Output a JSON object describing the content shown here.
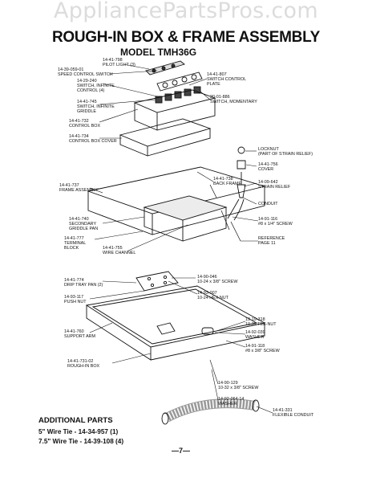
{
  "watermark": "AppliancePartsPros.com",
  "title": "ROUGH-IN BOX & FRAME ASSEMBLY",
  "model": "MODEL TMH36G",
  "labels": [
    {
      "part": "14-41-798",
      "desc": "PILOT LIGHT (3)"
    },
    {
      "part": "14-39-059-01",
      "desc": "SPEED CONTROL SWITCH"
    },
    {
      "part": "14-29-240",
      "desc": "SWITCH, INFINITE",
      "desc2": "CONTROL (4)"
    },
    {
      "part": "14-41-745",
      "desc": "SWITCH, INFINITE",
      "desc2": "GRIDDLE"
    },
    {
      "part": "14-41-732",
      "desc": "CONTROL BOX"
    },
    {
      "part": "14-41-734",
      "desc": "CONTROL BOX COVER"
    },
    {
      "part": "14-41-807",
      "desc": "SWITCH CONTROL",
      "desc2": "PLATE"
    },
    {
      "part": "20-01-886",
      "desc": "SWITCH, MOMENTARY"
    },
    {
      "part": "",
      "desc": "LOCKNUT",
      "desc2": "(PART OF STRAIN RELIEF)"
    },
    {
      "part": "14-41-756",
      "desc": "COVER"
    },
    {
      "part": "14-09-642",
      "desc": "STRAIN RELIEF"
    },
    {
      "part": "",
      "desc": "CONDUIT"
    },
    {
      "part": "14-41-738",
      "desc": "BACK FRAME"
    },
    {
      "part": "14-41-737",
      "desc": "FRAME ASSEMBLY"
    },
    {
      "part": "14-41-740",
      "desc": "SECONDARY",
      "desc2": "GRIDDLE PAN"
    },
    {
      "part": "14-41-777",
      "desc": "TERMINAL",
      "desc2": "BLOCK"
    },
    {
      "part": "14-41-755",
      "desc": "WIRE CHANNEL"
    },
    {
      "part": "14-91-116",
      "desc": "#8 x 1/4\" SCREW"
    },
    {
      "part": "REFERENCE",
      "desc": "PAGE 11"
    },
    {
      "part": "14-41-774",
      "desc": "DRIP TRAY PAN (2)"
    },
    {
      "part": "14-90-046",
      "desc": "10-24 x 3/8\" SCREW"
    },
    {
      "part": "14-93-117",
      "desc": "PUSH NUT"
    },
    {
      "part": "14-93-007",
      "desc": "10-24 HEX NUT"
    },
    {
      "part": "19-19-318",
      "desc": "10-32 TEE-NUT"
    },
    {
      "part": "14-92-039",
      "desc": "WASHER"
    },
    {
      "part": "14-41-760",
      "desc": "SUPPORT ARM"
    },
    {
      "part": "14-91-118",
      "desc": "#8 x 3/8\" SCREW"
    },
    {
      "part": "14-41-731-02",
      "desc": "ROUGH-IN BOX"
    },
    {
      "part": "14-90-129",
      "desc": "10-32 x 3/8\" SCREW"
    },
    {
      "part": "14-92-064-14",
      "desc": "WASHER"
    },
    {
      "part": "14-41-331",
      "desc": "FLEXIBLE CONDUIT"
    }
  ],
  "additional": {
    "heading": "ADDITIONAL PARTS",
    "items": [
      "5\" Wire Tie - 14-34-957 (1)",
      "7.5\" Wire Tie - 14-39-108 (4)"
    ]
  },
  "page_number": "—7—"
}
